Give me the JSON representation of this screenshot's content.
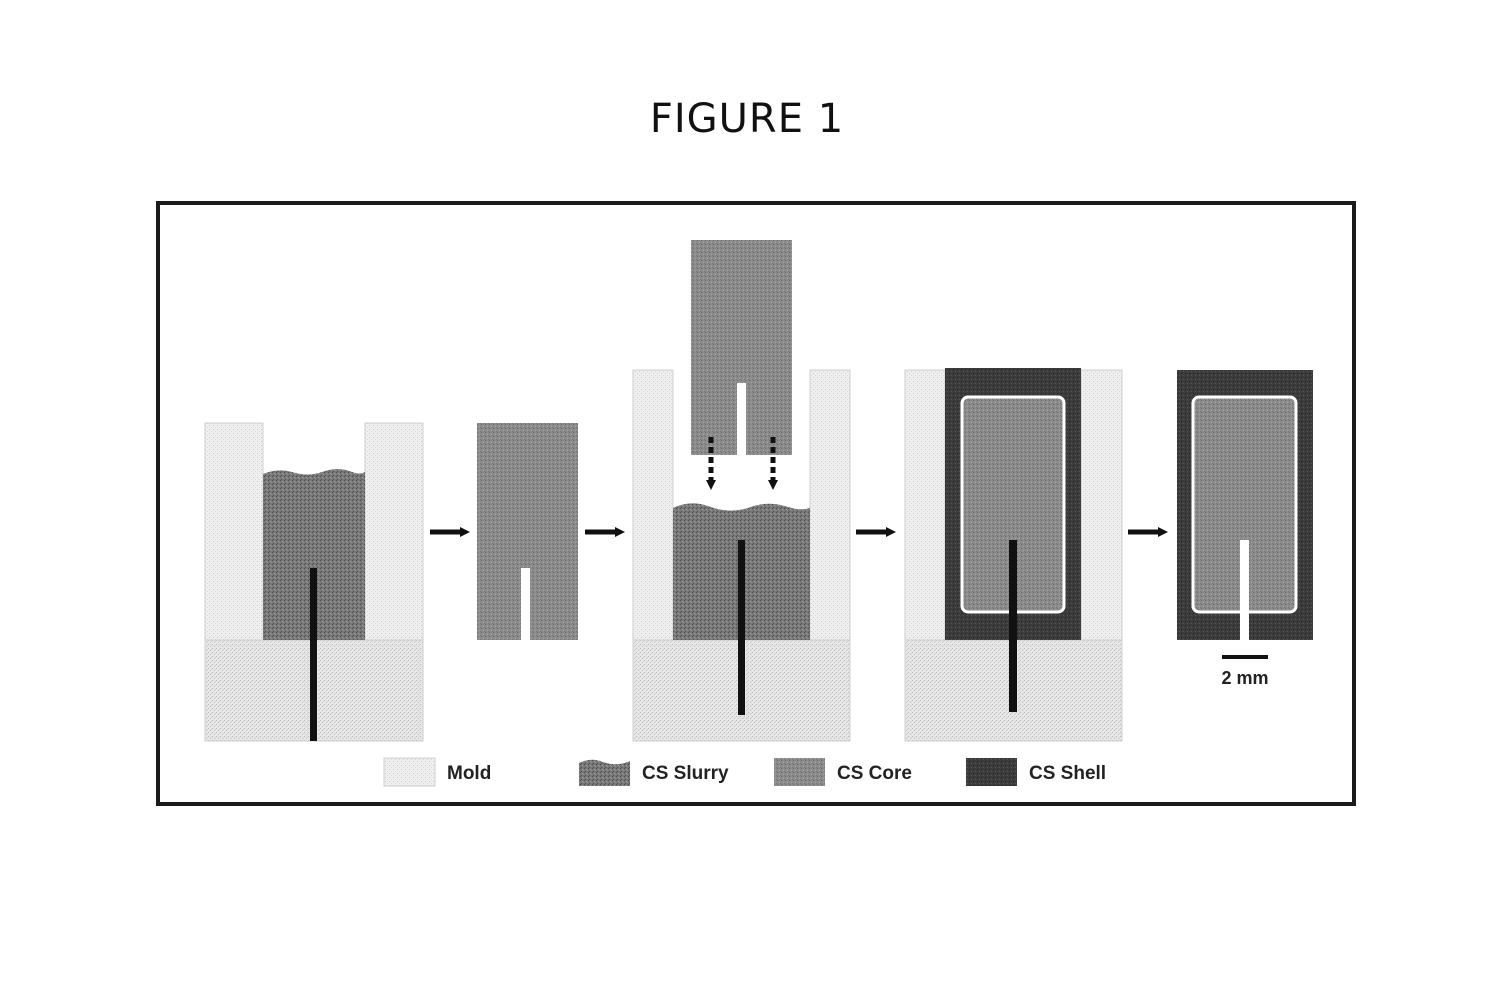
{
  "figure": {
    "title": "FIGURE 1"
  },
  "scale_bar": {
    "label": "2 mm"
  },
  "legend": {
    "items": [
      {
        "key": "mold",
        "label": "Mold"
      },
      {
        "key": "slurry",
        "label": "CS Slurry"
      },
      {
        "key": "core",
        "label": "CS Core"
      },
      {
        "key": "shell",
        "label": "CS Shell"
      }
    ]
  },
  "colors": {
    "mold": "#eeeeee",
    "mold_base": "#e2e2e2",
    "slurry": "#6f6f6f",
    "core": "#8a8a8a",
    "shell": "#3a3a3a",
    "rod": "#111111",
    "frame": "#1a1a1a"
  }
}
